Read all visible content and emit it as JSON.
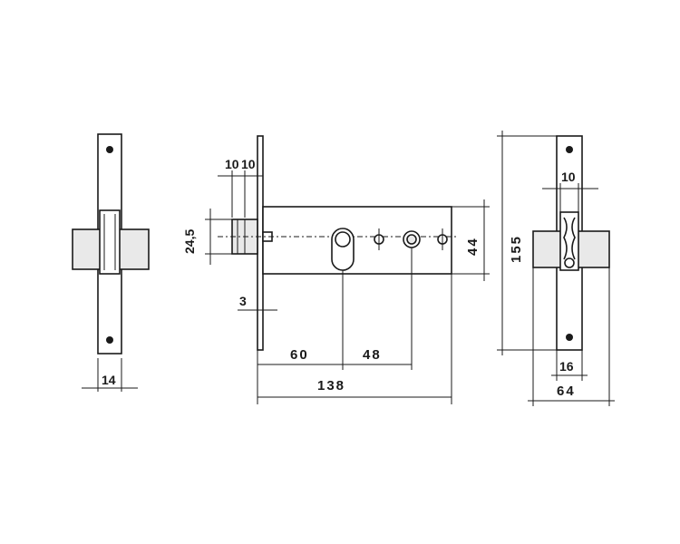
{
  "dimensions": {
    "d_14": "14",
    "d_10a": "10",
    "d_10b": "10",
    "d_24_5": "24,5",
    "d_3": "3",
    "d_60": "60",
    "d_48": "48",
    "d_138": "138",
    "d_44": "44",
    "d_155": "155",
    "d_10c": "10",
    "d_16": "16",
    "d_64": "64"
  },
  "colors": {
    "ink": "#1a1a1a",
    "paper": "#ffffff",
    "shade": "#e9e9e9"
  }
}
